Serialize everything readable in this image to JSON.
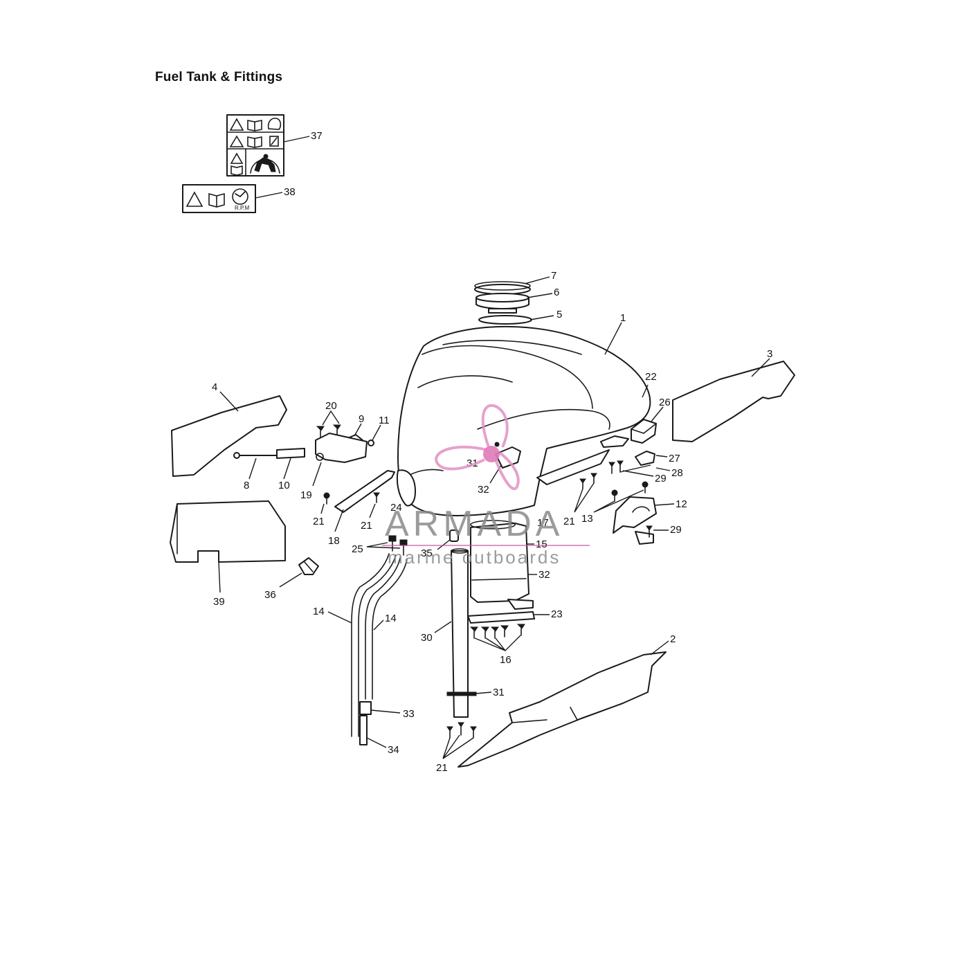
{
  "title": "Fuel Tank & Fittings",
  "callouts": [
    "37",
    "38",
    "7",
    "6",
    "5",
    "1",
    "3",
    "22",
    "26",
    "4",
    "20",
    "9",
    "11",
    "27",
    "29",
    "28",
    "8",
    "10",
    "19",
    "31",
    "32",
    "12",
    "21",
    "24",
    "18",
    "13",
    "17",
    "29",
    "25",
    "35",
    "15",
    "39",
    "36",
    "32",
    "23",
    "14",
    "14",
    "30",
    "16",
    "2",
    "31",
    "33",
    "34",
    "21",
    "21",
    "21"
  ],
  "label_sticker": {
    "rpm_text": "R.P.M"
  },
  "watermark": {
    "brand": "ARMADA",
    "subtitle": "marine outboards",
    "colors": {
      "logo": "#e290c4",
      "text": "#8a8a8a",
      "line": "#c84f95"
    }
  },
  "icons": [
    "warning-triangle-icon",
    "manual-book-icon",
    "helmet-icon",
    "fuel-can-icon",
    "rider-icon",
    "rpm-gauge-icon",
    "propeller-logo-icon"
  ]
}
